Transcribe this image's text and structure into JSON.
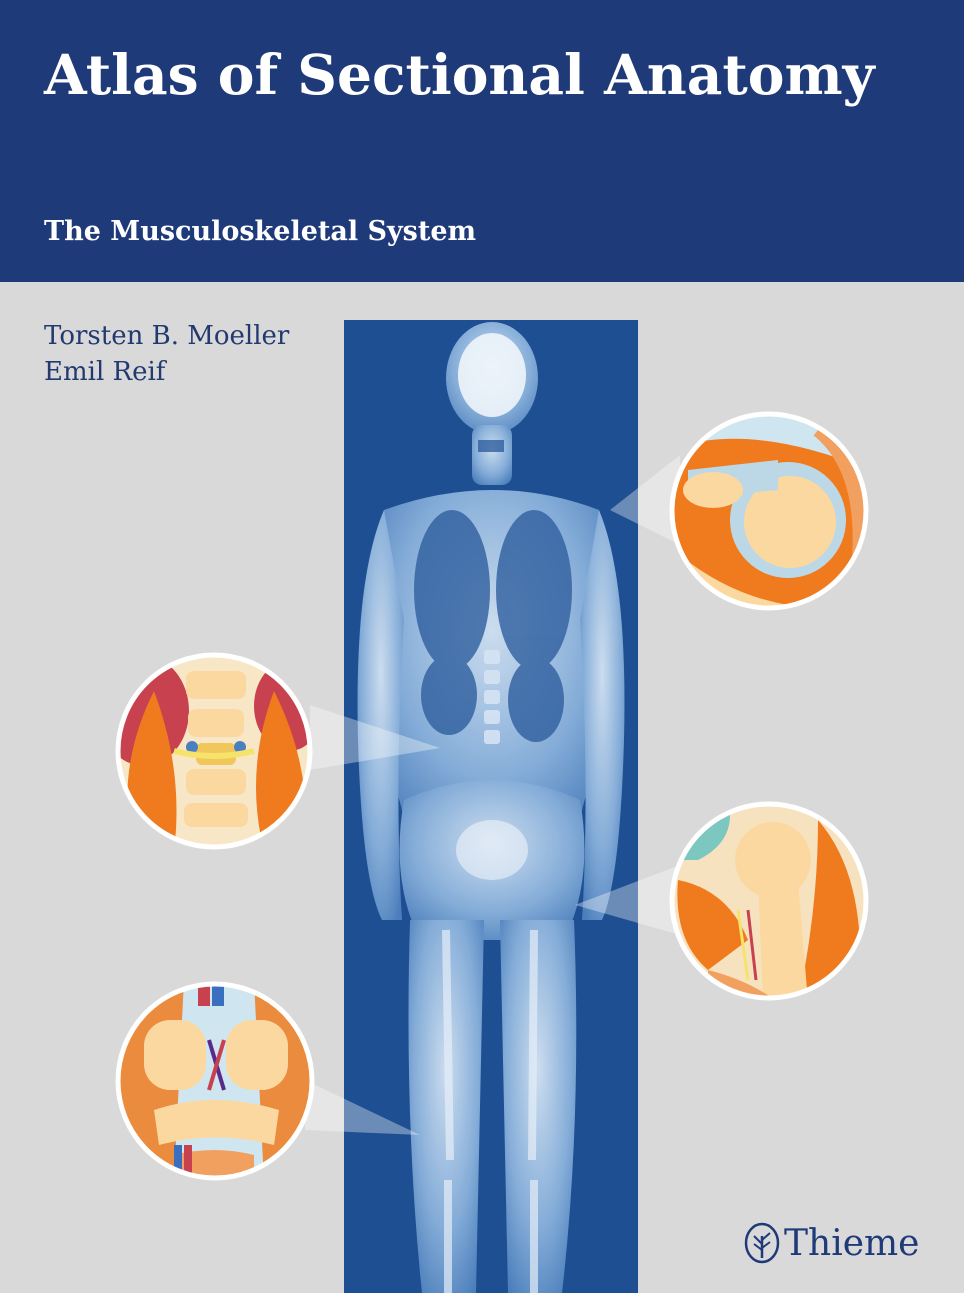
{
  "book": {
    "title": "Atlas of Sectional Anatomy",
    "subtitle": "The Musculoskeletal System",
    "authors": [
      "Torsten B. Moeller",
      "Emil Reif"
    ],
    "publisher": "Thieme"
  },
  "colors": {
    "header_bg": "#1f3a79",
    "page_bg": "#d9d9d9",
    "text_dark_blue": "#223a70",
    "mri_panel": "#1e4f92",
    "illustration_orange": "#f07a1e",
    "illustration_bone": "#fbd8a0"
  },
  "icons": {
    "publisher_logo": "tree-logo-icon"
  }
}
